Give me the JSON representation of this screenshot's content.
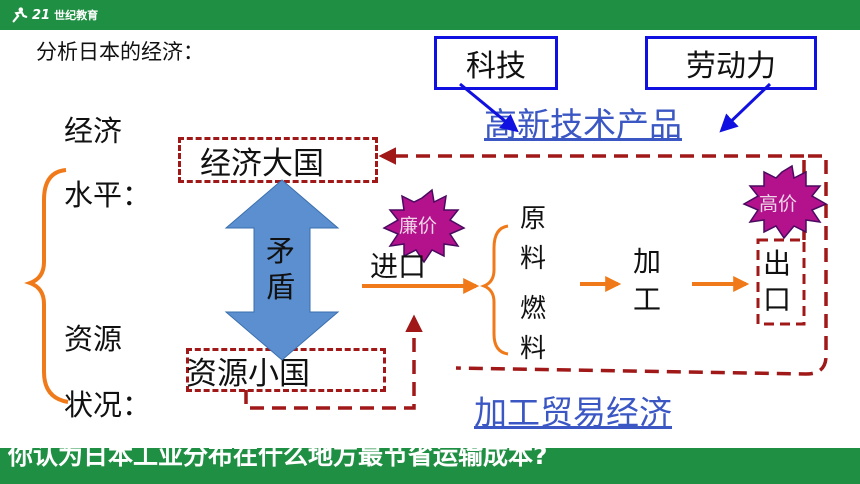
{
  "header": {
    "logo_text": "21",
    "logo_cn": "世纪教育"
  },
  "title": "分析日本的经济：",
  "labels": {
    "economy_l1": "经济",
    "economy_l2": "水平：",
    "resources_l1": "资源",
    "resources_l2": "状况：",
    "economic_power": "经济大国",
    "resource_poor": "资源小国",
    "contradiction_1": "矛",
    "contradiction_2": "盾",
    "import": "进口",
    "raw_material_1": "原",
    "raw_material_2": "料",
    "fuel_1": "燃",
    "fuel_2": "料",
    "processing_1": "加",
    "processing_2": "工",
    "export_1": "出",
    "export_2": "口",
    "cheap": "廉价",
    "high_price": "高价"
  },
  "boxes": {
    "technology": "科技",
    "labor": "劳动力"
  },
  "links": {
    "high_tech": "高新技术产品",
    "processing_trade": "加工贸易经济"
  },
  "question": "你认为日本工业分布在什么地方最节省运输成本?",
  "colors": {
    "green_bar": "#1f8f43",
    "blue_box": "#1010e0",
    "link_blue": "#3b57c4",
    "dashed_red": "#a01818",
    "orange_arrow": "#f07a1a",
    "burst_magenta": "#b3128c",
    "double_arrow_blue": "#5b8fd0"
  }
}
